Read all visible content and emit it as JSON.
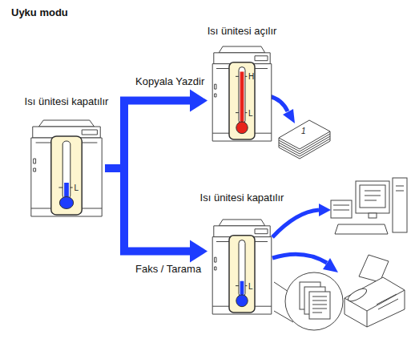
{
  "diagram": {
    "title": "Uyku modu",
    "nodes": [
      {
        "text": [
          "Isı ünitesi kapatılır",
          "L"
        ]
      },
      {
        "text": [
          "Isı ünitesi açılır",
          "H",
          "L"
        ]
      },
      {
        "text": [
          "Isı ünitesi kapatılır",
          "L"
        ]
      }
    ],
    "edges": [
      {
        "from": 0,
        "to": 1,
        "arrow": "to",
        "label": "Kopyala Yazdir"
      },
      {
        "from": 0,
        "to": 2,
        "arrow": "to",
        "label": "Faks / Tarama"
      }
    ],
    "labels": [
      "1"
    ]
  }
}
